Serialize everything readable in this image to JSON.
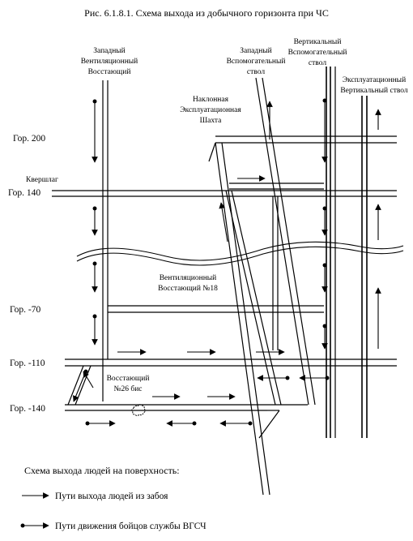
{
  "title": "Рис. 6.1.8.1. Схема выхода из добычного горизонта при ЧС",
  "shafts": {
    "vent_raise": [
      "Западный",
      "Вентиляционный",
      "Восстающий"
    ],
    "west_aux": [
      "Западный",
      "Вспомогательный",
      "ствол"
    ],
    "vert_aux": [
      "Вертикальный",
      "Вспомогательный",
      "ствол"
    ],
    "expl_vert": [
      "Эксплуатационный",
      "Вертикальный ствол"
    ],
    "inclined": [
      "Наклонная",
      "Эксплуатационная",
      "Шахта"
    ],
    "raise18": [
      "Вентиляционный",
      "Восстающий №18"
    ],
    "raise26": [
      "Восстающий",
      "№26 бис"
    ]
  },
  "kvershlag": "Квершлаг",
  "levels": [
    "Гор. 200",
    "Гор. 140",
    "Гор.  -70",
    "Гор.  -110",
    "Гор.  -140"
  ],
  "legend": {
    "heading": "Схема выхода людей на поверхность:",
    "exit_paths": "Пути выхода людей из забоя",
    "rescue_paths": "Пути движения бойцов службы ВГСЧ"
  }
}
